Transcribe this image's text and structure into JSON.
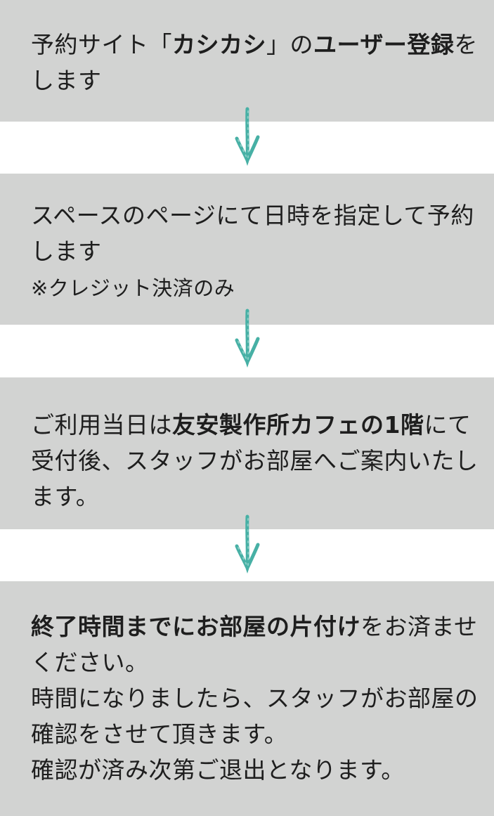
{
  "colors": {
    "background": "#ffffff",
    "box_background": "#d2d3d2",
    "text": "#1e1e1e",
    "arrow": "#47b0a5",
    "arrow_highlight": "#8fd2c9"
  },
  "icons": {
    "flow_arrow": "down-arrow-icon"
  },
  "steps": [
    {
      "name": "step-1-user-registration",
      "lines": [
        [
          {
            "t": "予約サイト「"
          },
          {
            "t": "カシカシ",
            "b": true
          },
          {
            "t": "」の"
          },
          {
            "t": "ユーザー登録",
            "b": true
          },
          {
            "t": "を"
          }
        ],
        [
          {
            "t": "します"
          }
        ]
      ]
    },
    {
      "name": "step-2-reserve-datetime",
      "lines": [
        [
          {
            "t": "スペースのページにて日時を指定して予約"
          }
        ],
        [
          {
            "t": "します"
          }
        ],
        [
          {
            "t": "※クレジット決済のみ",
            "small": true
          }
        ]
      ]
    },
    {
      "name": "step-3-reception",
      "lines": [
        [
          {
            "t": "ご利用当日は"
          },
          {
            "t": "友安製作所カフェの1階",
            "b": true
          },
          {
            "t": "にて"
          }
        ],
        [
          {
            "t": "受付後、スタッフがお部屋へご案内いたし"
          }
        ],
        [
          {
            "t": "ます。"
          }
        ]
      ]
    },
    {
      "name": "step-4-checkout",
      "lines": [
        [
          {
            "t": "終了時間までにお部屋の片付け",
            "b": true
          },
          {
            "t": "をお済ませ"
          }
        ],
        [
          {
            "t": "ください。"
          }
        ],
        [
          {
            "t": "時間になりましたら、スタッフがお部屋の"
          }
        ],
        [
          {
            "t": "確認をさせて頂きます。"
          }
        ],
        [
          {
            "t": "確認が済み次第ご退出となります。"
          }
        ]
      ]
    }
  ]
}
